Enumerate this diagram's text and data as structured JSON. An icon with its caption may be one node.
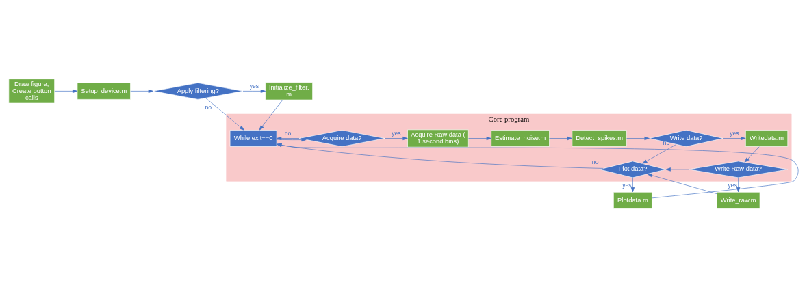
{
  "diagram": {
    "nodes": [
      {
        "text": [
          "Draw figure, Create button calls"
        ]
      },
      {
        "text": [
          "Setup_device.m"
        ]
      },
      {
        "text": [
          "Apply filtering?"
        ]
      },
      {
        "text": [
          "Initialize_filter.m"
        ]
      },
      {
        "text": [
          "Core program"
        ]
      },
      {
        "text": [
          "While exit==0"
        ],
        "in": 4
      },
      {
        "text": [
          "Acquire data?"
        ],
        "in": 4
      },
      {
        "text": [
          "Acquire Raw data ( 1 second bins)"
        ],
        "in": 4
      },
      {
        "text": [
          "Estimate_noise.m"
        ],
        "in": 4
      },
      {
        "text": [
          "Detect_spikes.m"
        ],
        "in": 4
      },
      {
        "text": [
          "Write data?"
        ],
        "in": 4
      },
      {
        "text": [
          "Writedata.m"
        ],
        "in": 4
      },
      {
        "text": [
          "Plot data?"
        ],
        "in": 4
      },
      {
        "text": [
          "Write Raw data?"
        ],
        "in": 4
      },
      {
        "text": [
          "Plotdata.m"
        ]
      },
      {
        "text": [
          "Write_raw.m"
        ]
      }
    ],
    "edges": [
      {
        "from": 0,
        "to": 1,
        "arrow": "to"
      },
      {
        "from": 1,
        "to": 2,
        "arrow": "to"
      },
      {
        "from": 2,
        "to": 3,
        "arrow": "to",
        "label": "yes"
      },
      {
        "from": 2,
        "to": 5,
        "arrow": "to",
        "label": "no"
      },
      {
        "from": 3,
        "to": 5,
        "arrow": "to"
      },
      {
        "from": 5,
        "to": 6,
        "arrow": "to"
      },
      {
        "from": 6,
        "to": 7,
        "arrow": "to",
        "label": "yes"
      },
      {
        "from": 6,
        "to": 5,
        "arrow": "to",
        "label": "no"
      },
      {
        "from": 7,
        "to": 8,
        "arrow": "to"
      },
      {
        "from": 8,
        "to": 9,
        "arrow": "to"
      },
      {
        "from": 9,
        "to": 10,
        "arrow": "to"
      },
      {
        "from": 10,
        "to": 11,
        "arrow": "to",
        "label": "yes"
      },
      {
        "from": 10,
        "to": 12,
        "arrow": "to",
        "label": "no"
      },
      {
        "from": 11,
        "to": 13,
        "arrow": "to"
      },
      {
        "from": 13,
        "to": 12,
        "arrow": "to"
      },
      {
        "from": 12,
        "to": 5,
        "arrow": "to",
        "label": "no"
      },
      {
        "from": 12,
        "to": 14,
        "arrow": "to",
        "label": "yes"
      },
      {
        "from": 14,
        "to": 5,
        "arrow": "to"
      },
      {
        "from": 13,
        "to": 15,
        "arrow": "to",
        "label": "yes"
      },
      {
        "from": 15,
        "to": 12,
        "arrow": "to"
      }
    ]
  }
}
